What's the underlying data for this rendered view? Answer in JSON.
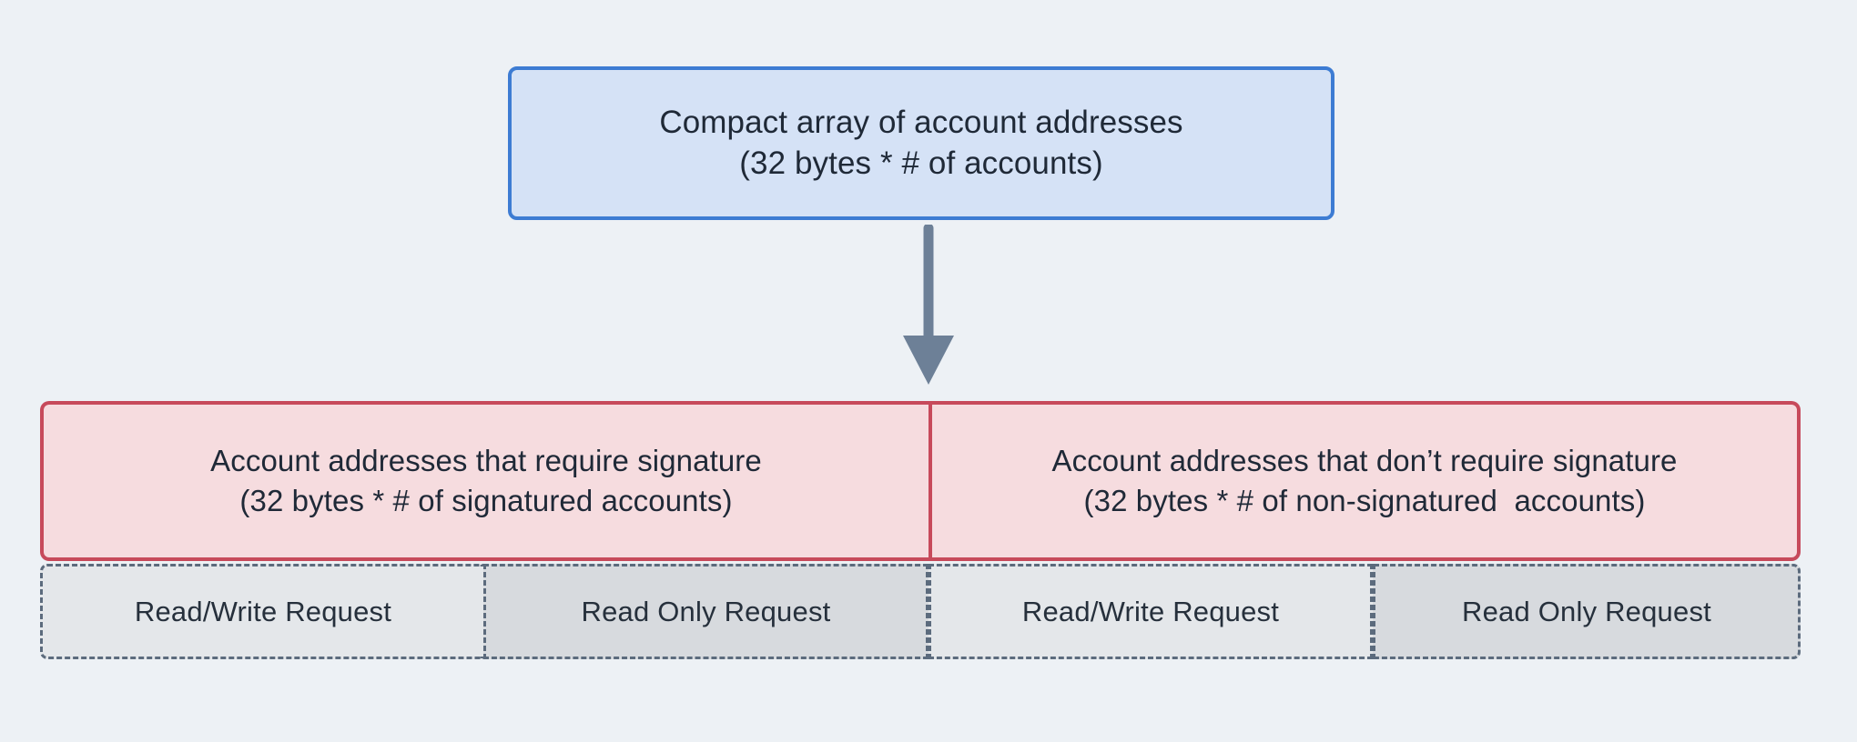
{
  "diagram": {
    "background_color": "#edf1f5",
    "top_node": {
      "line1": "Compact array of account addresses",
      "line2": "(32 bytes * # of accounts)",
      "fill_color": "#d5e2f6",
      "border_color": "#3d7cd3"
    },
    "connector": {
      "icon": "down-arrow-icon",
      "color": "#6d8097"
    },
    "signature_groups": [
      {
        "line1": "Account addresses that require signature",
        "line2": "(32 bytes * # of signatured accounts)",
        "fill_color": "#f6dcdf",
        "border_color": "#c74a5b"
      },
      {
        "line1": "Account addresses that don’t require signature",
        "line2": "(32 bytes * # of non-signatured  accounts)",
        "fill_color": "#f6dcdf",
        "border_color": "#c74a5b"
      }
    ],
    "request_segments": [
      {
        "label": "Read/Write Request",
        "fill_color": "#e4e7ea",
        "border_color": "#5c6b7d"
      },
      {
        "label": "Read Only Request",
        "fill_color": "#d7dade",
        "border_color": "#5c6b7d"
      },
      {
        "label": "Read/Write Request",
        "fill_color": "#e4e7ea",
        "border_color": "#5c6b7d"
      },
      {
        "label": "Read Only Request",
        "fill_color": "#d7dade",
        "border_color": "#5c6b7d"
      }
    ]
  }
}
